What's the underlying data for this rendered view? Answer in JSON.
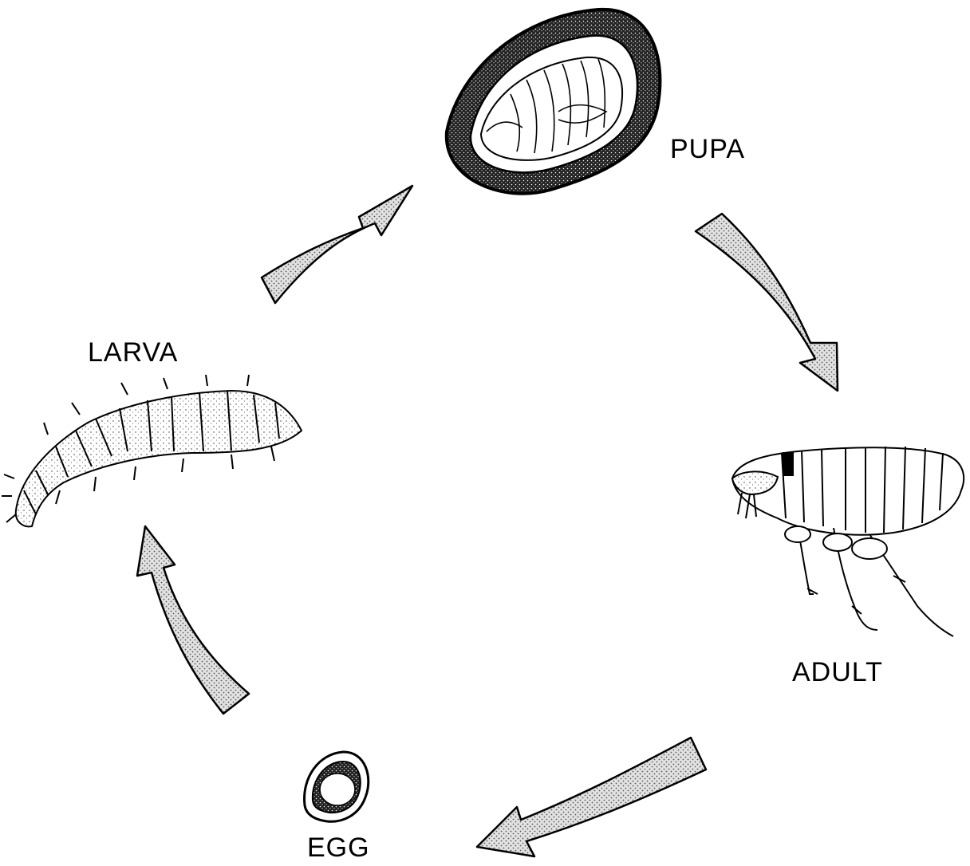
{
  "diagram": {
    "stages": {
      "pupa": {
        "label": "PUPA"
      },
      "adult": {
        "label": "ADULT"
      },
      "egg": {
        "label": "EGG"
      },
      "larva": {
        "label": "LARVA"
      }
    },
    "colors": {
      "ink": "#000000",
      "arrow_fill": "#cfcfcf",
      "background": "#ffffff"
    }
  }
}
